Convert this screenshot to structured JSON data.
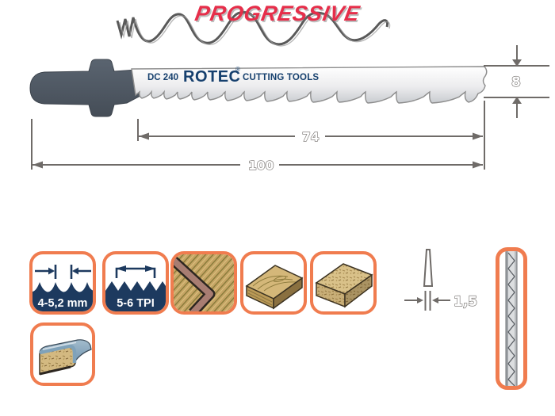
{
  "logo": {
    "text": "PROGRESSIVE",
    "color": "#e62e4a",
    "wave_icon": "sketch-wave-icon"
  },
  "blade": {
    "model": "DC 240",
    "brand": "ROTEC",
    "registered_mark": "®",
    "brand_suffix": "CUTTING TOOLS"
  },
  "dimensions": {
    "height_mm": "8",
    "tooth_length_mm": "74",
    "total_length_mm": "100",
    "thickness_mm": "1,5"
  },
  "spec_icons": [
    {
      "name": "tooth-pitch-icon",
      "label": "4-5,2 mm"
    },
    {
      "name": "tpi-icon",
      "label": "5-6 TPI"
    },
    {
      "name": "laminated-wood-corner-icon",
      "label": ""
    },
    {
      "name": "softwood-board-icon",
      "label": ""
    },
    {
      "name": "chipboard-icon",
      "label": ""
    },
    {
      "name": "worktop-postform-icon",
      "label": ""
    },
    {
      "name": "blade-thickness-icon",
      "label": "1,5"
    },
    {
      "name": "blade-set-side-view-icon",
      "label": ""
    }
  ],
  "colors": {
    "accent_orange": "#f07c4f",
    "navy": "#1d3a5f",
    "logo_red": "#e62e4a",
    "dimension_gray": "#6f6b68",
    "shank_gray": "#4e5761"
  }
}
